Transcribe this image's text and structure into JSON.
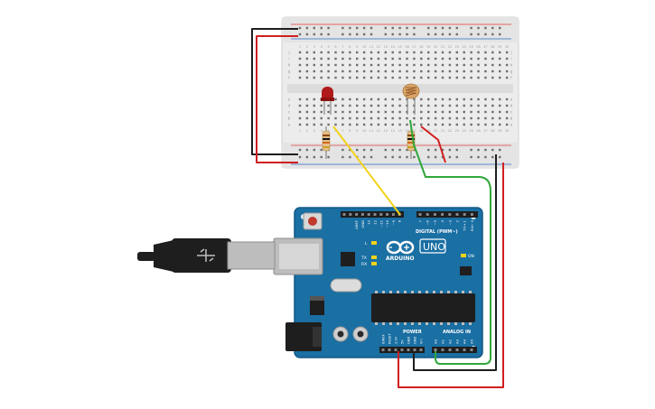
{
  "arduino": {
    "logo_text": "ARDUINO",
    "model_text": "UNO",
    "digital_label": "DIGITAL (PWM~)",
    "power_label": "POWER",
    "analog_label": "ANALOG IN",
    "on_label": "ON",
    "tx_label": "TX",
    "rx_label": "RX",
    "l_label": "L",
    "top_pins": [
      "AREF",
      "GND",
      "13",
      "12",
      "~11",
      "~10",
      "~9",
      "8",
      "7",
      "~6",
      "~5",
      "4",
      "~3",
      "2",
      "TX→ 1",
      "RX← 0"
    ],
    "power_pins": [
      "IOREF",
      "RESET",
      "3.3V",
      "5V",
      "GND",
      "GND",
      "Vin"
    ],
    "analog_pins": [
      "A0",
      "A1",
      "A2",
      "A3",
      "A4",
      "A5"
    ]
  },
  "breadboard": {
    "row_letters_top": [
      "j",
      "i",
      "h",
      "g",
      "f"
    ],
    "row_letters_bottom": [
      "e",
      "d",
      "c",
      "b",
      "a"
    ],
    "column_numbers": [
      "1",
      "2",
      "3",
      "4",
      "5",
      "6",
      "7",
      "8",
      "9",
      "10",
      "11",
      "12",
      "13",
      "14",
      "15",
      "16",
      "17",
      "18",
      "19",
      "20",
      "21",
      "22",
      "23",
      "24",
      "25",
      "26",
      "27",
      "28",
      "29",
      "30"
    ]
  },
  "components": {
    "led": {
      "color": "#b01a1a"
    },
    "photoresistor": {
      "color": "#d8a46a"
    },
    "resistor_band_colors": [
      "#8b4513",
      "#111111",
      "#d2691e",
      "#c9a227"
    ]
  },
  "wire_colors": {
    "black": "#1e1e1e",
    "red": "#d11f1f",
    "yellow": "#f2d21b",
    "green": "#2fa73a"
  },
  "colors": {
    "board_blue": "#1a6fa3",
    "breadboard": "#e9e9e9",
    "rail_red": "#e03a3a",
    "rail_blue": "#2b6cc4"
  }
}
